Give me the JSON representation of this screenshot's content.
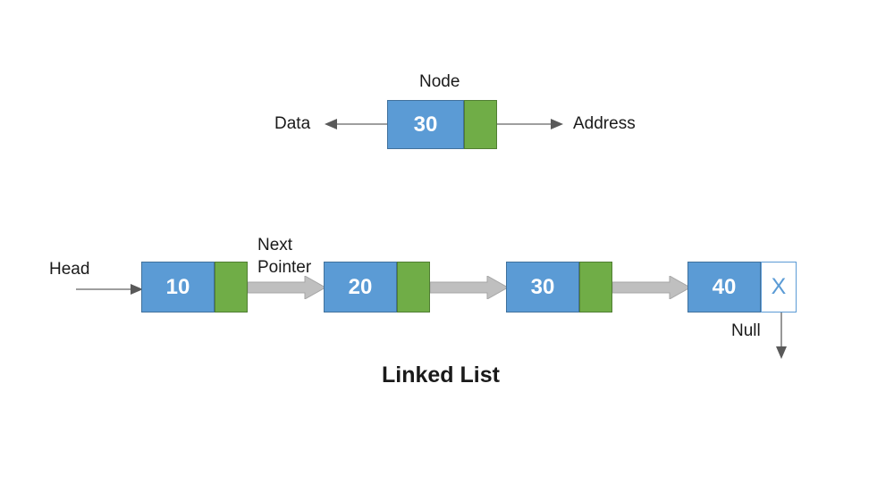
{
  "diagram": {
    "title": "Linked List",
    "node_detail": {
      "caption": "Node",
      "value": "30",
      "left_label": "Data",
      "right_label": "Address",
      "data_cell_color": "#5B9BD5",
      "address_cell_color": "#70AD47"
    },
    "list": {
      "head_label": "Head",
      "next_pointer_label_line1": "Next",
      "next_pointer_label_line2": "Pointer",
      "null_label": "Null",
      "null_marker": "X",
      "nodes": [
        {
          "value": "10",
          "terminator": false
        },
        {
          "value": "20",
          "terminator": false
        },
        {
          "value": "30",
          "terminator": false
        },
        {
          "value": "40",
          "terminator": true
        }
      ]
    },
    "colors": {
      "data_blue": "#5B9BD5",
      "data_blue_border": "#41719C",
      "address_green": "#70AD47",
      "address_green_border": "#507E32",
      "arrow_gray": "#BFBFBF",
      "arrow_gray_border": "#A6A6A6",
      "thin_arrow_gray": "#7F7F7F",
      "text_black": "#1a1a1a"
    }
  }
}
